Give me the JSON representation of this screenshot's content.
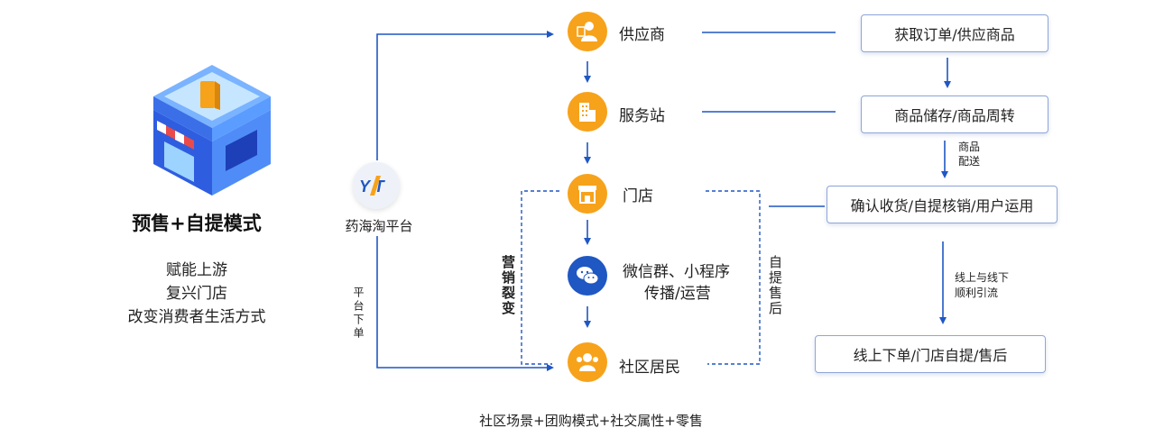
{
  "left": {
    "title": "预售+自提模式",
    "lines": [
      "赋能上游",
      "复兴门店",
      "改变消费者生活方式"
    ]
  },
  "platform": {
    "logo_text": "Y T",
    "name": "药海淘平台",
    "order_label": "平台下单"
  },
  "flow": [
    {
      "label": "供应商",
      "icon": "supplier-icon"
    },
    {
      "label": "服务站",
      "icon": "building-icon"
    },
    {
      "label": "门店",
      "icon": "storefront-icon"
    },
    {
      "label": "微信群、小程序",
      "label2": "传播/运营",
      "icon": "wechat-icon"
    },
    {
      "label": "社区居民",
      "icon": "people-icon"
    }
  ],
  "side_labels": {
    "left": "营销裂变",
    "right": "自提售后"
  },
  "right": {
    "boxes": [
      "获取订单/供应商品",
      "商品储存/商品周转",
      "确认收货/自提核销/用户运用",
      "线上下单/门店自提/售后"
    ],
    "notes": {
      "delivery": [
        "商品",
        "配送"
      ],
      "diversion": [
        "线上与线下",
        "顺利引流"
      ]
    }
  },
  "footer": "社区场景+团购模式+社交属性+零售",
  "colors": {
    "accent_blue": "#1f57c3",
    "orange": "#f7a21b",
    "box_border": "#8da6d8"
  }
}
